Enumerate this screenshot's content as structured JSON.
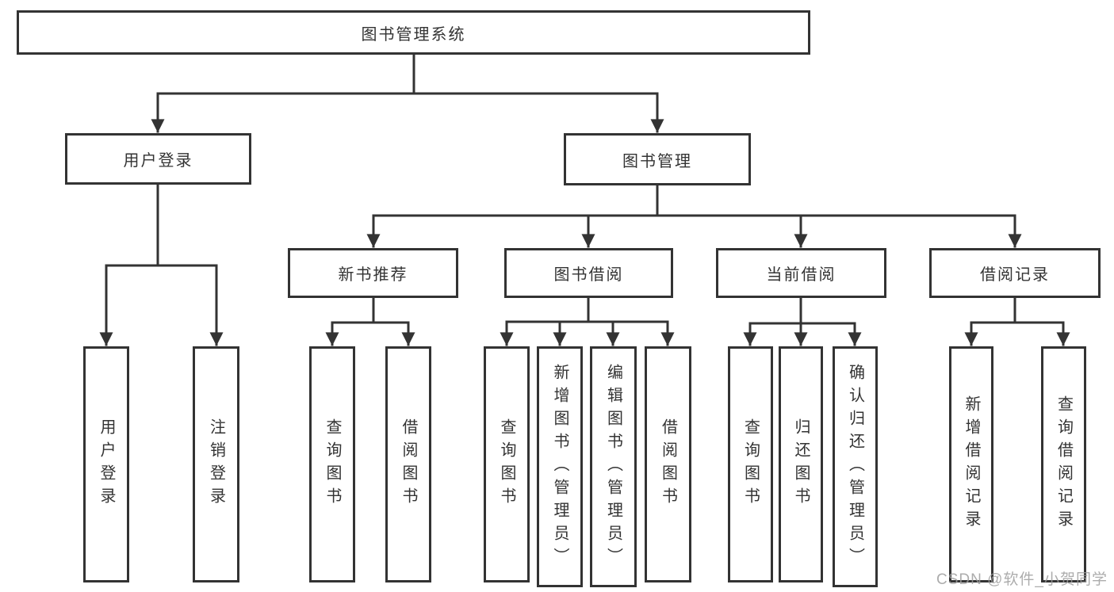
{
  "diagram": {
    "title": "图书管理系统",
    "nodes": {
      "root": "图书管理系统",
      "level2": [
        "用户登录",
        "图书管理"
      ],
      "level3": [
        "新书推荐",
        "图书借阅",
        "当前借阅",
        "借阅记录"
      ],
      "leaves": [
        "用户登录",
        "注销登录",
        "查询图书",
        "借阅图书",
        "查询图书",
        "新增图书（管理员）",
        "编辑图书（管理员）",
        "借阅图书",
        "查询图书",
        "归还图书",
        "确认归还（管理员）",
        "新增借阅记录",
        "查询借阅记录"
      ]
    },
    "colors": {
      "line": "#333333",
      "text": "#333333",
      "background": "#ffffff",
      "watermark": "#9e9e9e"
    }
  },
  "watermark": {
    "text": "CSDN @软件_小贺同学"
  }
}
